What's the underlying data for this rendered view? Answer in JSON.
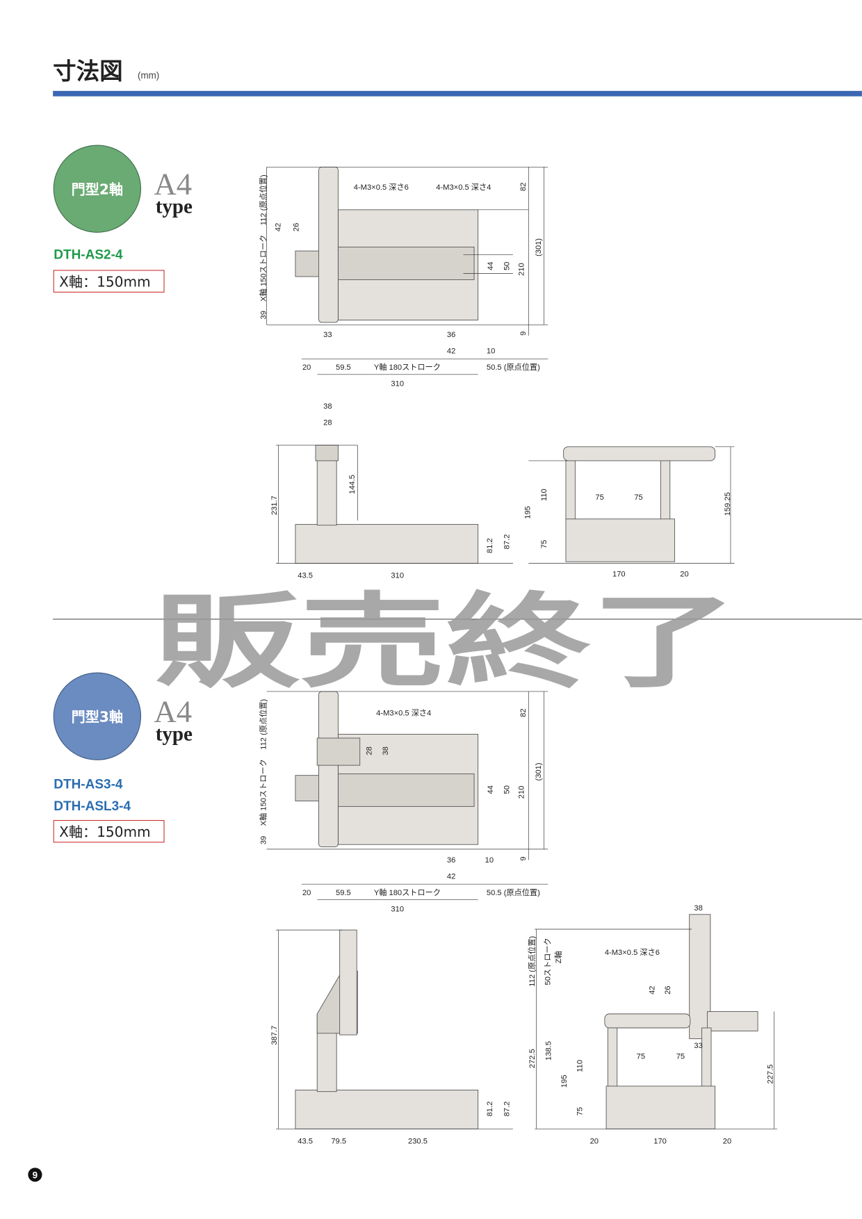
{
  "header": {
    "title": "寸法図",
    "unit": "(mm)",
    "accent_color": "#3a66b3"
  },
  "watermark": "販売終了",
  "page_number": "9",
  "sections": [
    {
      "badge": "門型2軸",
      "badge_color": "#6aab74",
      "type_big": "A4",
      "type_small": "type",
      "models": [
        "DTH-AS2-4"
      ],
      "model_color": "#1f9a4a",
      "spec": "X軸：150mm",
      "top_view": [
        "4-M3×0.5 深さ6",
        "4-M3×0.5 深さ4",
        "82",
        "(301)",
        "210",
        "50",
        "44",
        "9",
        "112 (原点位置)",
        "X軸 150ストローク",
        "42",
        "26",
        "39",
        "33",
        "36",
        "42",
        "10",
        "20",
        "59.5",
        "Y軸 180ストローク",
        "50.5 (原点位置)",
        "310"
      ],
      "side_view": [
        "38",
        "28",
        "231.7",
        "144.5",
        "81.2",
        "87.2",
        "43.5",
        "310"
      ],
      "front_view": [
        "75",
        "75",
        "110",
        "195",
        "75",
        "159.25",
        "170",
        "20"
      ]
    },
    {
      "badge": "門型3軸",
      "badge_color": "#6b8cc0",
      "type_big": "A4",
      "type_small": "type",
      "models": [
        "DTH-AS3-4",
        "DTH-ASL3-4"
      ],
      "model_color": "#2a6db0",
      "spec": "X軸：150mm",
      "top_view": [
        "4-M3×0.5 深さ4",
        "82",
        "(301)",
        "210",
        "50",
        "44",
        "9",
        "28",
        "38",
        "112 (原点位置)",
        "X軸 150ストローク",
        "39",
        "36",
        "42",
        "10",
        "20",
        "59.5",
        "Y軸 180ストローク",
        "50.5 (原点位置)",
        "310"
      ],
      "side_view": [
        "387.7",
        "81.2",
        "87.2",
        "43.5",
        "79.5",
        "230.5"
      ],
      "front_view": [
        "38",
        "4-M3×0.5 深さ6",
        "112 (原点位置)",
        "50ストローク",
        "Z軸",
        "42",
        "26",
        "33",
        "75",
        "75",
        "272.5",
        "138.5",
        "110",
        "195",
        "75",
        "227.5",
        "20",
        "170",
        "20"
      ]
    }
  ]
}
